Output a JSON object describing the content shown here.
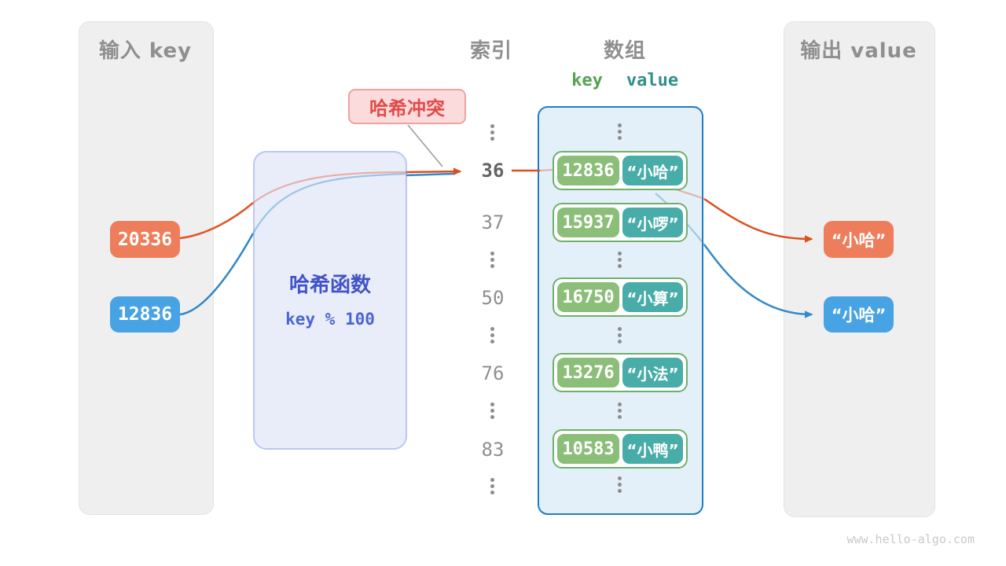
{
  "page": {
    "watermark": "www.hello-algo.com"
  },
  "colors": {
    "orange": "#ed7d5b",
    "blue": "#47a3e4",
    "key_green": "#8bbe78",
    "value_teal": "#48aca8",
    "collision_red": "#e24a4a",
    "hash_blue": "#4253c6",
    "array_border_blue": "#1f7dc7",
    "panel_gray": "#efeff0"
  },
  "input_panel": {
    "title": "输入 key",
    "keys": [
      {
        "value": "20336",
        "color": "#ed7d5b"
      },
      {
        "value": "12836",
        "color": "#47a3e4"
      }
    ]
  },
  "hash_box": {
    "title": "哈希函数",
    "formula": "key % 100"
  },
  "collision_label": {
    "text": "哈希冲突"
  },
  "index_column": {
    "title": "索引",
    "items": [
      {
        "label": "36",
        "highlight": true
      },
      {
        "label": "37",
        "highlight": false
      },
      {
        "label": "50",
        "highlight": false
      },
      {
        "label": "76",
        "highlight": false
      },
      {
        "label": "83",
        "highlight": false
      }
    ]
  },
  "array_panel": {
    "title": "数组",
    "key_header": "key",
    "value_header": "value",
    "rows": [
      {
        "key": "12836",
        "value": "“小哈”"
      },
      {
        "key": "15937",
        "value": "“小啰”"
      },
      {
        "key": "16750",
        "value": "“小算”"
      },
      {
        "key": "13276",
        "value": "“小法”"
      },
      {
        "key": "10583",
        "value": "“小鸭”"
      }
    ]
  },
  "output_panel": {
    "title": "输出 value",
    "values": [
      {
        "text": "“小哈”",
        "color": "#ed7d5b"
      },
      {
        "text": "“小哈”",
        "color": "#47a3e4"
      }
    ]
  }
}
